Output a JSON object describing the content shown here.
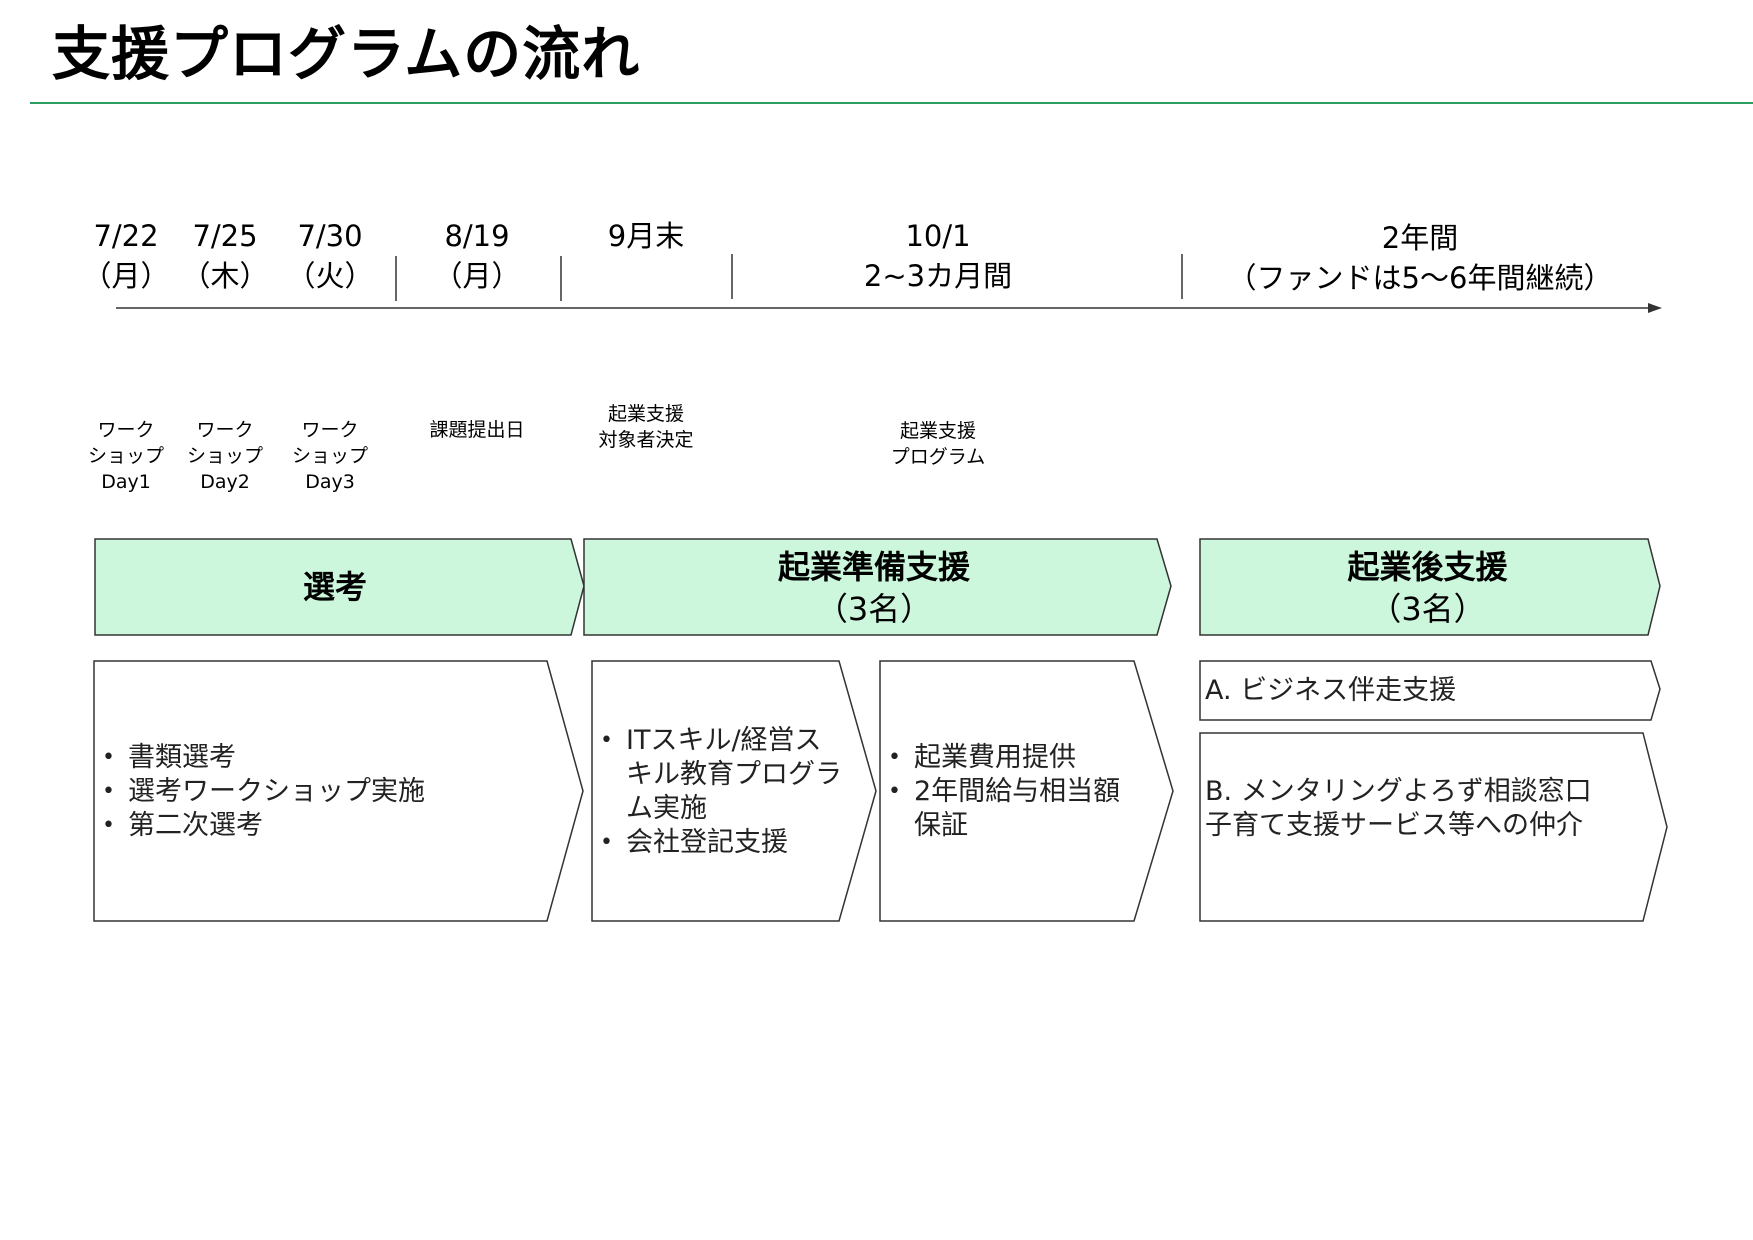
{
  "title": "支援プログラムの流れ",
  "timeline": {
    "dates": [
      {
        "line1": "7/22",
        "line2": "（月）"
      },
      {
        "line1": "7/25",
        "line2": "（木）"
      },
      {
        "line1": "7/30",
        "line2": "（火）"
      },
      {
        "line1": "8/19",
        "line2": "（月）"
      },
      {
        "line1": "9月末",
        "line2": ""
      },
      {
        "line1": "10/1",
        "line2": "2~3カ月間"
      },
      {
        "line1": "2年間",
        "line2": "（ファンドは5～6年間継続）"
      }
    ],
    "events": [
      {
        "lines": [
          "ワーク",
          "ショップ",
          "Day1"
        ]
      },
      {
        "lines": [
          "ワーク",
          "ショップ",
          "Day2"
        ]
      },
      {
        "lines": [
          "ワーク",
          "ショップ",
          "Day3"
        ]
      },
      {
        "lines": [
          "課題提出日"
        ]
      },
      {
        "lines": [
          "起業支援",
          "対象者決定"
        ]
      },
      {
        "lines": [
          "起業支援",
          "プログラム"
        ]
      }
    ]
  },
  "stages": [
    {
      "label": "選考",
      "sub": ""
    },
    {
      "label": "起業準備支援",
      "sub": "（3名）"
    },
    {
      "label": "起業後支援",
      "sub": "（3名）"
    }
  ],
  "details": {
    "selection": [
      "書類選考",
      "選考ワークショップ実施",
      "第二次選考"
    ],
    "prep_a": [
      "ITスキル/経営スキル教育プログラム実施",
      "会社登記支援"
    ],
    "prep_b": [
      "起業費用提供",
      "2年間給与相当額保証"
    ],
    "post_a": "A. ビジネス伴走支援",
    "post_b": [
      "B. メンタリングよろず相談窓口",
      "子育て支援サービス等への仲介"
    ]
  },
  "colors": {
    "accent_rule": "#2e9e62",
    "stage_fill": "#ccf7dc",
    "stroke": "#333333"
  }
}
